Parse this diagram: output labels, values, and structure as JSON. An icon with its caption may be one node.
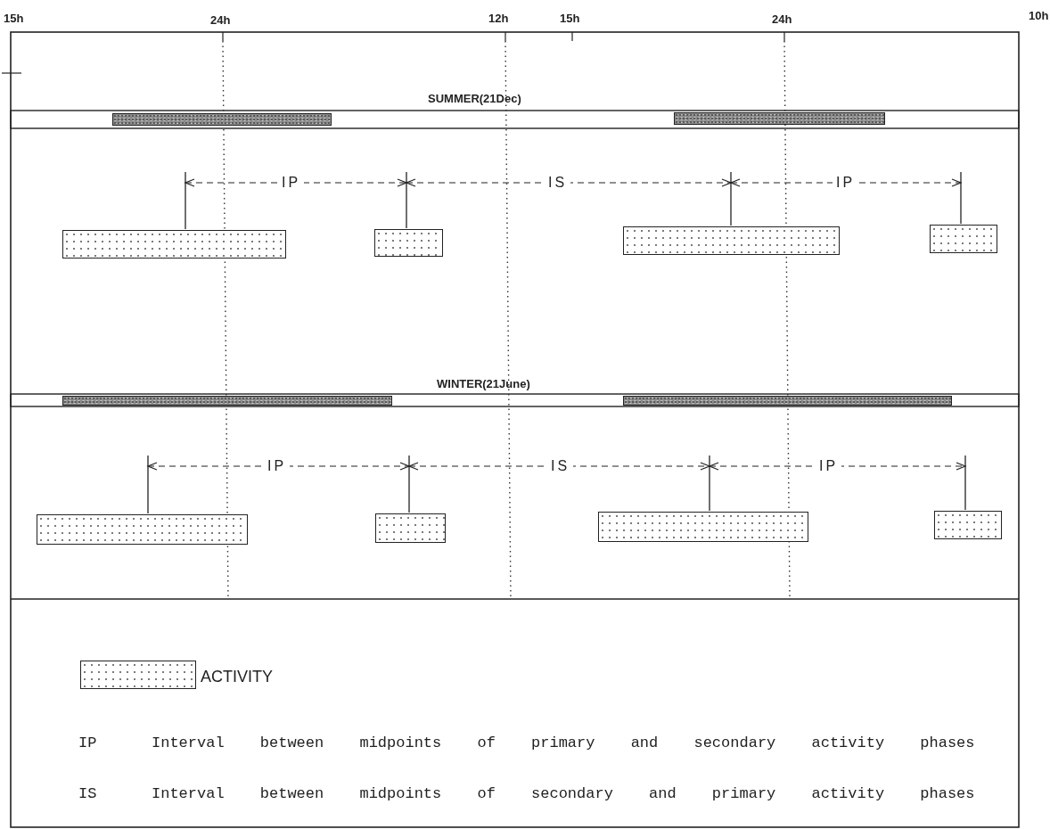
{
  "diagram": {
    "nodes": [
      {
        "text": [],
        "shape": "bar"
      },
      {
        "text": [],
        "shape": "bar"
      },
      {
        "text": [],
        "shape": "bar"
      },
      {
        "text": [],
        "shape": "bar"
      },
      {
        "text": [],
        "shape": "bar"
      },
      {
        "text": [],
        "shape": "bar"
      },
      {
        "text": [],
        "shape": "bar"
      },
      {
        "text": [],
        "shape": "bar"
      },
      {
        "text": [],
        "shape": "bar"
      },
      {
        "text": [],
        "shape": "bar"
      },
      {
        "text": [],
        "shape": "bar"
      },
      {
        "text": [],
        "shape": "bar"
      }
    ],
    "labels": [
      "15h",
      "24h",
      "12h",
      "15h",
      "24h",
      "10h",
      "SUMMER(21Dec)",
      "IP",
      "IS",
      "IP",
      "WINTER(21June)",
      "IP",
      "IS",
      "IP",
      "IP",
      "Interval between midpoints of primary and secondary activity phases",
      "IS",
      "Interval between midpoints of secondary and primary activity phases"
    ],
    "legend": [
      {
        "text": "ACTIVITY"
      }
    ]
  }
}
